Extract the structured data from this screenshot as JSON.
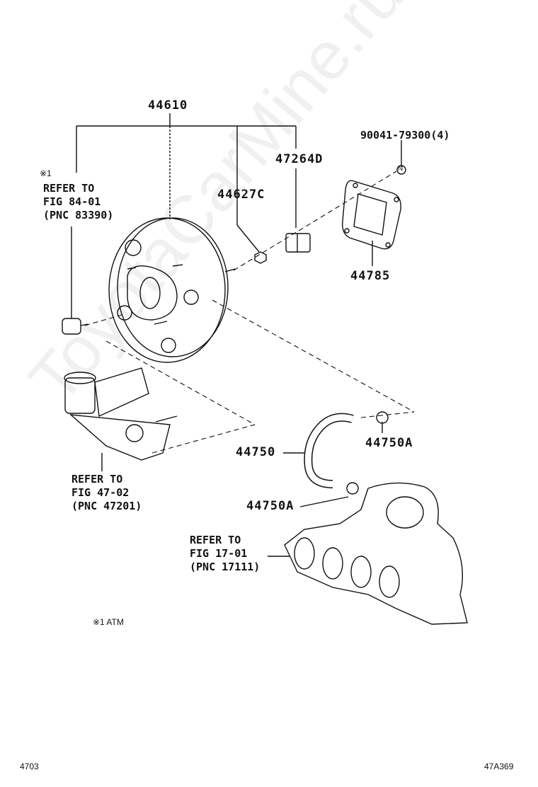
{
  "watermark": "ToyotaCarMine.ru",
  "labels": {
    "booster": "44610",
    "gasket_bolt": "90041-79300(4)",
    "note_mark": "※1",
    "refer_switch_1": "REFER TO",
    "refer_switch_2": "FIG 84-01",
    "refer_switch_3": "(PNC 83390)",
    "clevis": "47264D",
    "nut": "44627C",
    "gasket": "44785",
    "hose": "44750",
    "clamp_upper": "44750A",
    "clamp_lower": "44750A",
    "refer_master_1": "REFER TO",
    "refer_master_2": "FIG 47-02",
    "refer_master_3": "(PNC 47201)",
    "refer_manifold_1": "REFER TO",
    "refer_manifold_2": "FIG 17-01",
    "refer_manifold_3": "(PNC 17111)",
    "footnote": "※1 ATM"
  },
  "footer": {
    "left": "4703",
    "right": "47A369"
  },
  "icons": {
    "nut_marker": "N"
  }
}
